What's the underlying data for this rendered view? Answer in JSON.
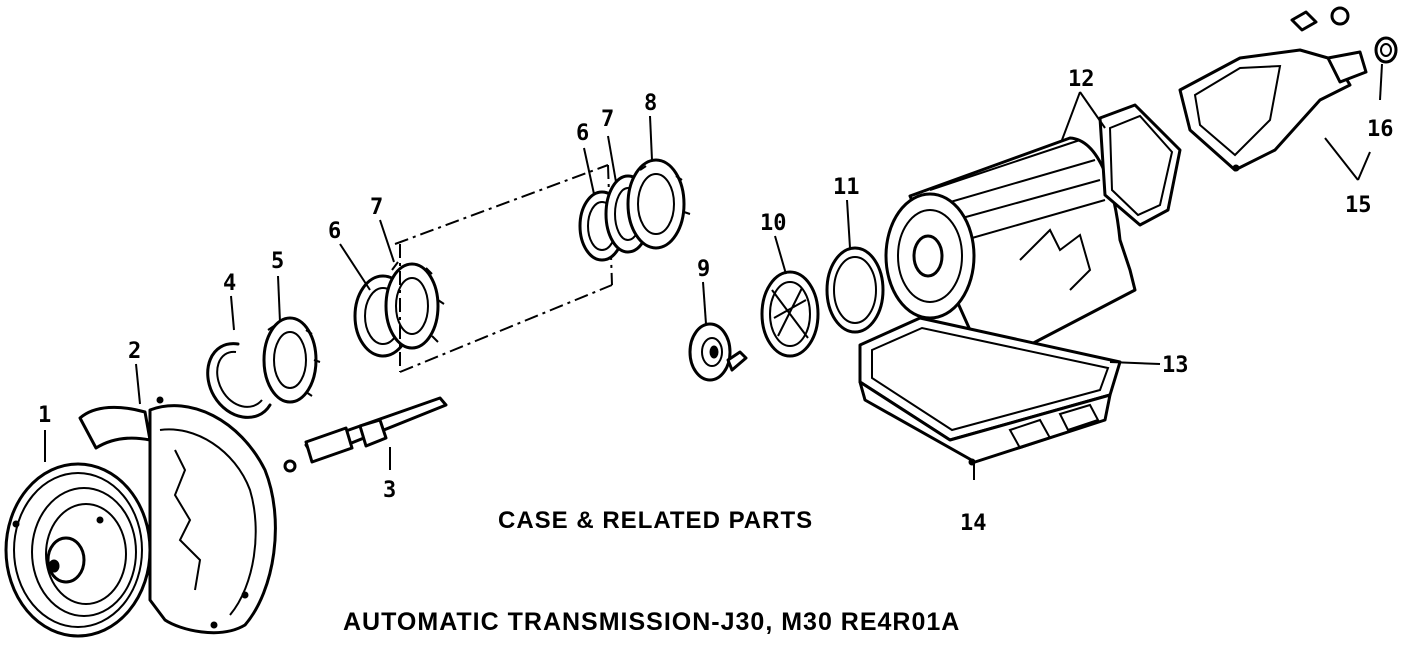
{
  "diagram": {
    "subtitle": "CASE & RELATED PARTS",
    "title": "AUTOMATIC TRANSMISSION-J30, M30 RE4R01A",
    "callouts": {
      "c1": "1",
      "c2": "2",
      "c3": "3",
      "c4": "4",
      "c5": "5",
      "c6a": "6",
      "c6b": "6",
      "c7a": "7",
      "c7b": "7",
      "c8": "8",
      "c9": "9",
      "c10": "10",
      "c11": "11",
      "c12": "12",
      "c13": "13",
      "c14": "14",
      "c15": "15",
      "c16": "16"
    }
  }
}
